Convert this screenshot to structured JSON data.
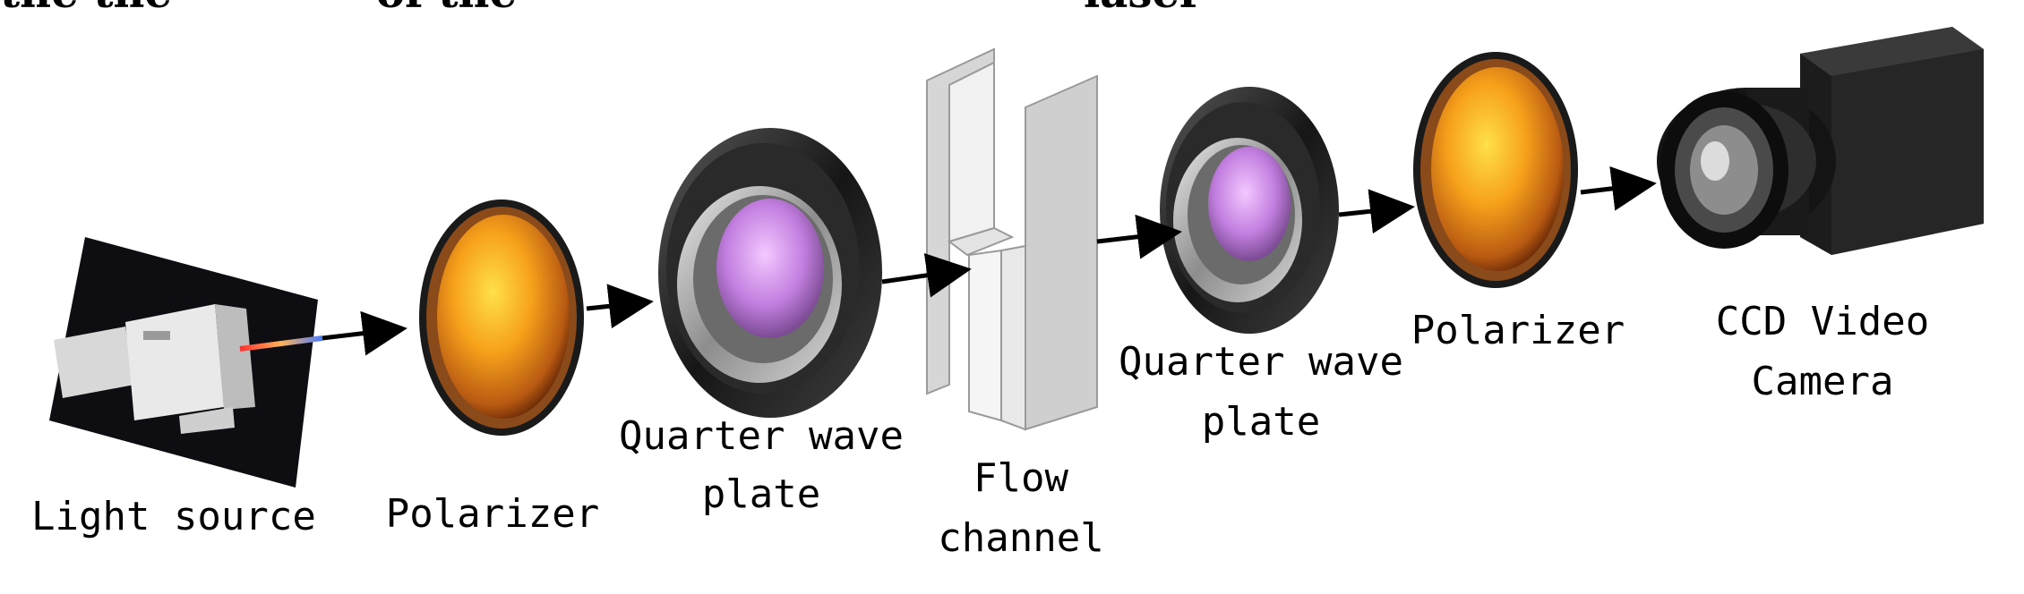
{
  "top_fragments": [
    "the the",
    "of the",
    "laser"
  ],
  "labels": {
    "light_source": "Light source",
    "polarizer_1": "Polarizer",
    "qwp_1_line1": "Quarter wave",
    "qwp_1_line2": "plate",
    "flow_line1": "Flow",
    "flow_line2": "channel",
    "qwp_2_line1": "Quarter wave",
    "qwp_2_line2": "plate",
    "polarizer_2": "Polarizer",
    "camera_line1": "CCD Video",
    "camera_line2": "Camera"
  },
  "colors": {
    "polarizer_center": "#ffd21a",
    "polarizer_edge": "#c76a16",
    "qwp_glass": "#d99cf0",
    "mount_dark": "#1e1e1e",
    "arrow": "#000000"
  }
}
